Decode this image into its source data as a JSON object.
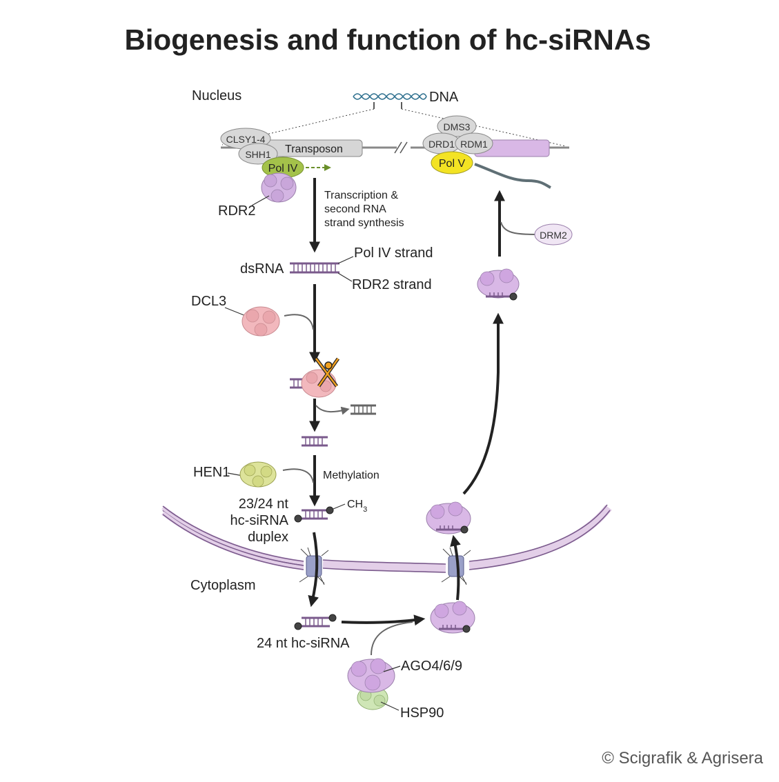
{
  "title": "Biogenesis and function of hc-siRNAs",
  "labels": {
    "nucleus": "Nucleus",
    "dna": "DNA",
    "clsy": "CLSY1-4",
    "shh1": "SHH1",
    "transposon": "Transposon",
    "pol4": "Pol IV",
    "dms3": "DMS3",
    "drd1": "DRD1",
    "rdm1": "RDM1",
    "pol5": "Pol V",
    "rdr2": "RDR2",
    "transcription_1": "Transcription &",
    "transcription_2": "second RNA",
    "transcription_3": "strand synthesis",
    "dsrna": "dsRNA",
    "pol4_strand": "Pol IV strand",
    "rdr2_strand": "RDR2 strand",
    "dcl3": "DCL3",
    "drm2": "DRM2",
    "hen1": "HEN1",
    "methylation": "Methylation",
    "duplex_1": "23/24 nt",
    "duplex_2": "hc-siRNA",
    "duplex_3": "duplex",
    "ch3": "CH",
    "ch3_sub": "3",
    "cytoplasm": "Cytoplasm",
    "sirna24": "24 nt hc-siRNA",
    "ago": "AGO4/6/9",
    "hsp90": "HSP90"
  },
  "credit": "© Scigrafik & Agrisera",
  "colors": {
    "purple_protein": "#d9b8e6",
    "pink_protein": "#f2b8bd",
    "yellow_green": "#dde39a",
    "pol4_green": "#a4c24a",
    "pol5_yellow": "#f3e323",
    "membrane": "#e3cfe8",
    "rna_strand": "#7a5a8c",
    "dna_teal": "#2d6f8e"
  }
}
